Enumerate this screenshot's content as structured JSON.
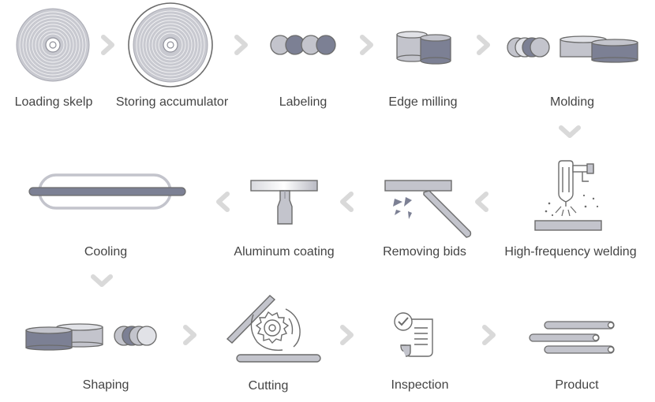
{
  "colors": {
    "arrow": "#d9d9d9",
    "dark": "#7c8094",
    "light": "#c3c4cc",
    "outline": "#6b6b6b",
    "text": "#444444"
  },
  "steps": [
    {
      "id": "loading-skelp",
      "label": "Loading skelp",
      "icon": "coil-icon"
    },
    {
      "id": "storing-accumulator",
      "label": "Storing accumulator",
      "icon": "accumulator-coil-icon"
    },
    {
      "id": "labeling",
      "label": "Labeling",
      "icon": "rollers-icon"
    },
    {
      "id": "edge-milling",
      "label": "Edge milling",
      "icon": "milling-drums-icon"
    },
    {
      "id": "molding",
      "label": "Molding",
      "icon": "molding-rollers-icon"
    },
    {
      "id": "high-frequency-welding",
      "label": "High-frequency welding",
      "icon": "welding-torch-icon"
    },
    {
      "id": "removing-bids",
      "label": "Removing bids",
      "icon": "scraper-blade-icon"
    },
    {
      "id": "aluminum-coating",
      "label": "Aluminum coating",
      "icon": "coating-nozzle-icon"
    },
    {
      "id": "cooling",
      "label": "Cooling",
      "icon": "cooling-pipe-icon"
    },
    {
      "id": "shaping",
      "label": "Shaping",
      "icon": "shaping-rollers-icon"
    },
    {
      "id": "cutting",
      "label": "Cutting",
      "icon": "circular-saw-icon"
    },
    {
      "id": "inspection",
      "label": "Inspection",
      "icon": "checklist-icon"
    },
    {
      "id": "product",
      "label": "Product",
      "icon": "pipes-icon"
    }
  ]
}
